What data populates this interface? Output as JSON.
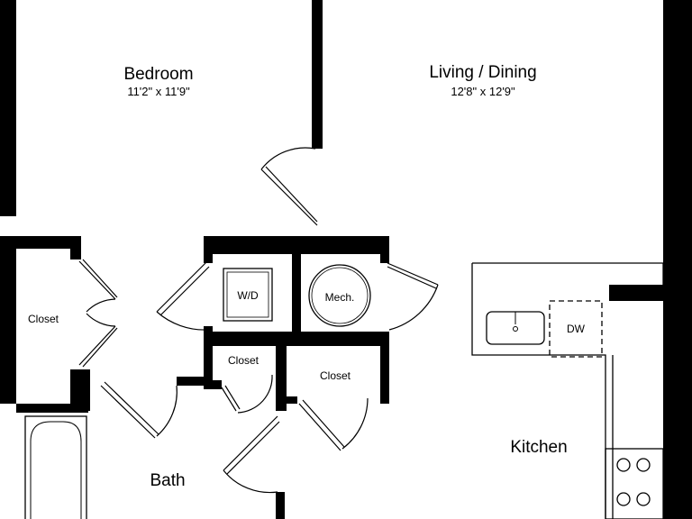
{
  "rooms": {
    "bedroom": {
      "name": "Bedroom",
      "dimensions": "11'2\" x 11'9\""
    },
    "living_dining": {
      "name": "Living / Dining",
      "dimensions": "12'8\" x 12'9\""
    },
    "kitchen": {
      "name": "Kitchen"
    },
    "bath": {
      "name": "Bath"
    },
    "bedroom_closet": {
      "name": "Closet"
    },
    "hall_closet_small": {
      "name": "Closet"
    },
    "hall_closet": {
      "name": "Closet"
    }
  },
  "fixtures": {
    "washer_dryer": "W/D",
    "mechanical": "Mech.",
    "dishwasher": "DW"
  },
  "colors": {
    "wall": "#000000",
    "background": "#ffffff",
    "line": "#000000"
  }
}
